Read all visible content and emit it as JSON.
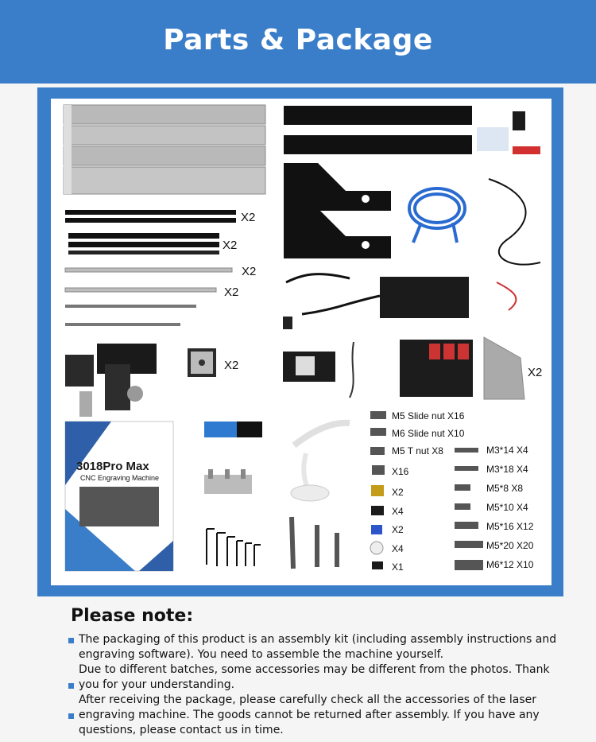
{
  "header": {
    "title": "Parts & Package"
  },
  "parts": {
    "multipliers": {
      "black_rail_1": "X2",
      "black_rail_2": "X2",
      "smooth_rod": "X2",
      "lead_rod": "X2",
      "stepper_motor": "X2",
      "acrylic_plate": "X2"
    },
    "manual_cover": {
      "model": "3018Pro Max",
      "subtitle": "CNC Engraving Machine"
    },
    "hardware_list": {
      "left": [
        {
          "icon": "slide-nut-icon",
          "label": "M5 Slide nut X16"
        },
        {
          "icon": "slide-nut-icon",
          "label": "M6 Slide nut X10"
        },
        {
          "icon": "t-nut-icon",
          "label": "M5 T nut X8"
        },
        {
          "icon": "bracket-icon",
          "label": "X16"
        },
        {
          "icon": "brass-nut-icon",
          "label": "X2"
        },
        {
          "icon": "black-block-icon",
          "label": "X4"
        },
        {
          "icon": "coupler-icon",
          "label": "X2"
        },
        {
          "icon": "spacer-icon",
          "label": "X4"
        },
        {
          "icon": "foot-icon",
          "label": "X1"
        }
      ],
      "right": [
        {
          "icon": "screw-icon",
          "label": "M3*14 X4"
        },
        {
          "icon": "screw-icon",
          "label": "M3*18 X4"
        },
        {
          "icon": "screw-icon",
          "label": "M5*8 X8"
        },
        {
          "icon": "screw-icon",
          "label": "M5*10 X4"
        },
        {
          "icon": "screw-icon",
          "label": "M5*16 X12"
        },
        {
          "icon": "screw-icon",
          "label": "M5*20 X20"
        },
        {
          "icon": "screw-icon",
          "label": "M6*12 X10"
        }
      ]
    }
  },
  "note": {
    "title": "Please note:",
    "lines": [
      "The packaging of this product is an assembly kit (including assembly instructions and",
      "engraving software). You need to assemble the machine yourself.",
      "Due to different batches, some accessories may be different from the photos. Thank",
      "you for your understanding.",
      "After receiving the package, please carefully check all the accessories of the laser",
      "engraving machine. The goods cannot be returned after assembly. If you have any",
      "questions, please contact us in time."
    ]
  },
  "colors": {
    "accent": "#3a7dc8",
    "panel": "#ffffff",
    "background": "#f5f5f5"
  }
}
